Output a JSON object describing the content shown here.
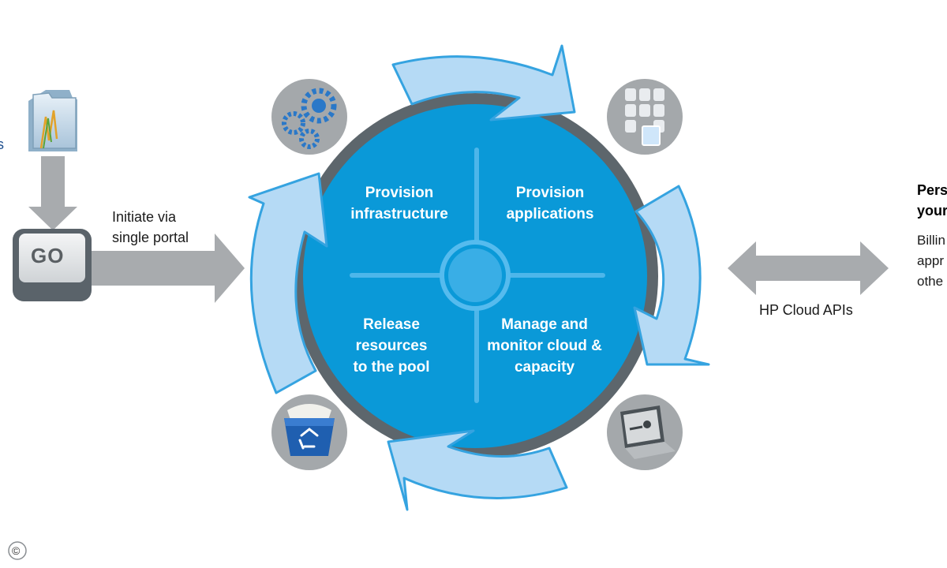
{
  "labels": {
    "portal": "Initiate via\nsingle portal",
    "go_key": "GO",
    "cloud_apis": "HP Cloud APIs",
    "right_heading": "Pers\nyour",
    "right_body": "Billin\nappr\nothe",
    "copyright": "©",
    "left_edge_fragment": "s"
  },
  "quadrants": {
    "top_left": "Provision\ninfrastructure",
    "top_right": "Provision\napplications",
    "bottom_left": "Release\nresources\nto the pool",
    "bottom_right": "Manage and\nmonitor cloud &\ncapacity"
  },
  "icons": [
    "folder-icon",
    "gears-icon",
    "server-rack-icon",
    "recycle-bin-icon",
    "laptop-icon"
  ],
  "colors": {
    "disc_blue": "#0a99d8",
    "outer_ring": "#5d666c",
    "cycle_arrow_fill": "#b5daf5",
    "cycle_arrow_stroke": "#35a3e0",
    "gray_arrow": "#a8abae",
    "icon_circle": "#a4a8ab"
  }
}
